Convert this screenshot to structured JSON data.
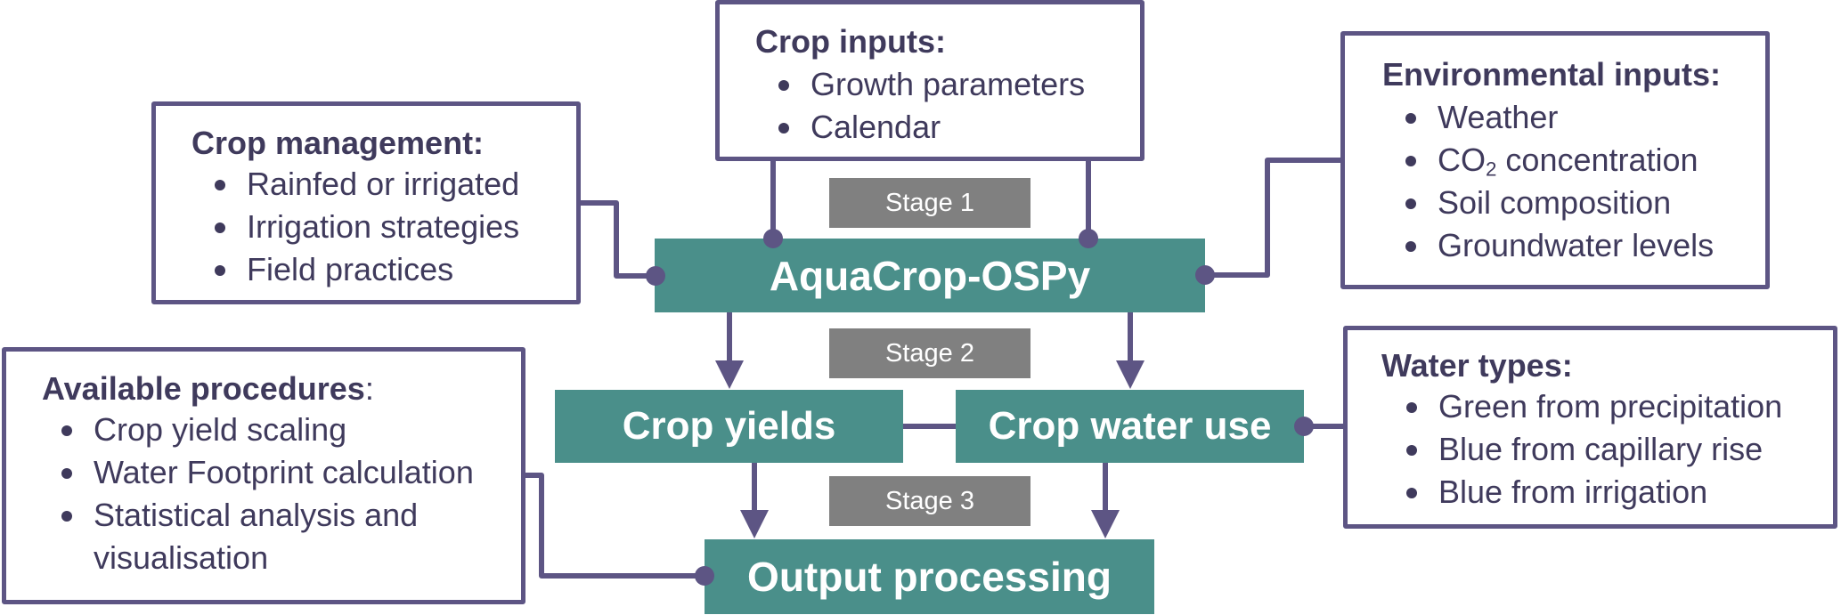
{
  "colors": {
    "box_border": "#5d5584",
    "text": "#3f3a5c",
    "teal": "#4a8f8a",
    "stage_gray": "#808080",
    "connector": "#5d5584"
  },
  "crop_inputs": {
    "title": "Crop inputs:",
    "items": [
      "Growth parameters",
      "Calendar"
    ]
  },
  "crop_management": {
    "title": "Crop management:",
    "items": [
      "Rainfed or irrigated",
      "Irrigation strategies",
      "Field practices"
    ]
  },
  "environmental_inputs": {
    "title": "Environmental inputs:",
    "items": [
      "Weather",
      "CO",
      "2",
      " concentration",
      "Soil composition",
      "Groundwater levels"
    ]
  },
  "water_types": {
    "title": "Water types:",
    "items": [
      "Green from precipitation",
      "Blue from capillary rise",
      "Blue from irrigation"
    ]
  },
  "available_procedures": {
    "title": "Available procedures",
    "title_suffix": ":",
    "items": [
      "Crop yield scaling",
      "Water Footprint calculation",
      "Statistical analysis and",
      "visualisation"
    ]
  },
  "stages": [
    "Stage 1",
    "Stage 2",
    "Stage 3"
  ],
  "nodes": {
    "model": "AquaCrop-OSPy",
    "crop_yields": "Crop yields",
    "crop_water_use": "Crop water use",
    "output_processing": "Output processing"
  }
}
